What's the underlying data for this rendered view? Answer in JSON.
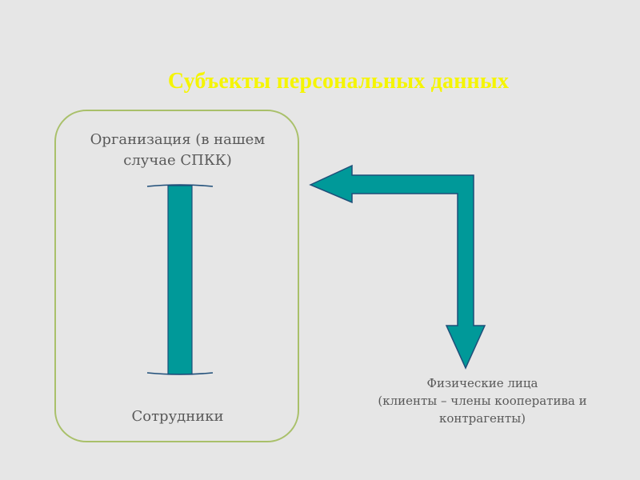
{
  "title": "Субъекты персональных данных",
  "organization": {
    "line1": "Организация (в нашем",
    "line2": "случае СПКК)"
  },
  "employees_label": "Сотрудники",
  "individuals": {
    "line1": "Физические лица",
    "line2": "(клиенты – члены кооператива и",
    "line3": "контрагенты)"
  },
  "colors": {
    "arrow_fill": "#009999",
    "arrow_stroke": "#1f4e79",
    "box_border": "#a9c06a",
    "title_color": "#f5f500",
    "background": "#e6e6e6"
  }
}
